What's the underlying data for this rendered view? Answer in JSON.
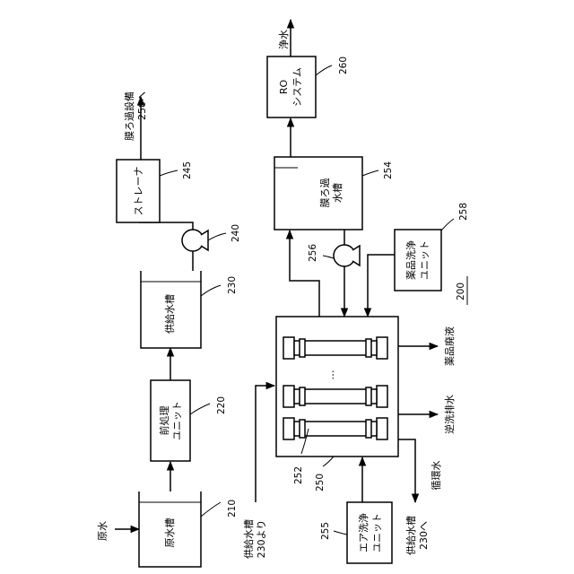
{
  "labels": {
    "raw_water_in": "原水",
    "raw_tank": "原水槽",
    "pretreatment_line1": "前処理",
    "pretreatment_line2": "ユニット",
    "supply_tank": "供給水槽",
    "strainer": "ストレーナ",
    "to_membrane_line1": "膜ろ過設備",
    "to_membrane_line2": "250へ",
    "filtrate_tank_line1": "膜ろ過",
    "filtrate_tank_line2": "水槽",
    "ro_line1": "RO",
    "ro_line2": "システム",
    "pure_water": "浄水",
    "chem_unit_line1": "薬品洗浄",
    "chem_unit_line2": "ユニット",
    "chem_waste": "薬品廃液",
    "backwash_drain": "逆洗排水",
    "circulating_water": "循環水",
    "to_supply_line1": "供給水槽",
    "to_supply_line2": "230へ",
    "from_supply_line1": "供給水槽",
    "from_supply_line2": "230より",
    "air_unit_line1": "エア洗浄",
    "air_unit_line2": "ユニット",
    "dots": "…"
  },
  "refs": {
    "raw_tank": "210",
    "pretreatment": "220",
    "supply_tank": "230",
    "pump_240": "240",
    "strainer": "245",
    "membrane_equipment": "250",
    "membrane_module": "252",
    "filtrate_tank": "254",
    "air_unit": "255",
    "pump_256": "256",
    "chem_unit": "258",
    "ro_system": "260",
    "figure": "200"
  }
}
